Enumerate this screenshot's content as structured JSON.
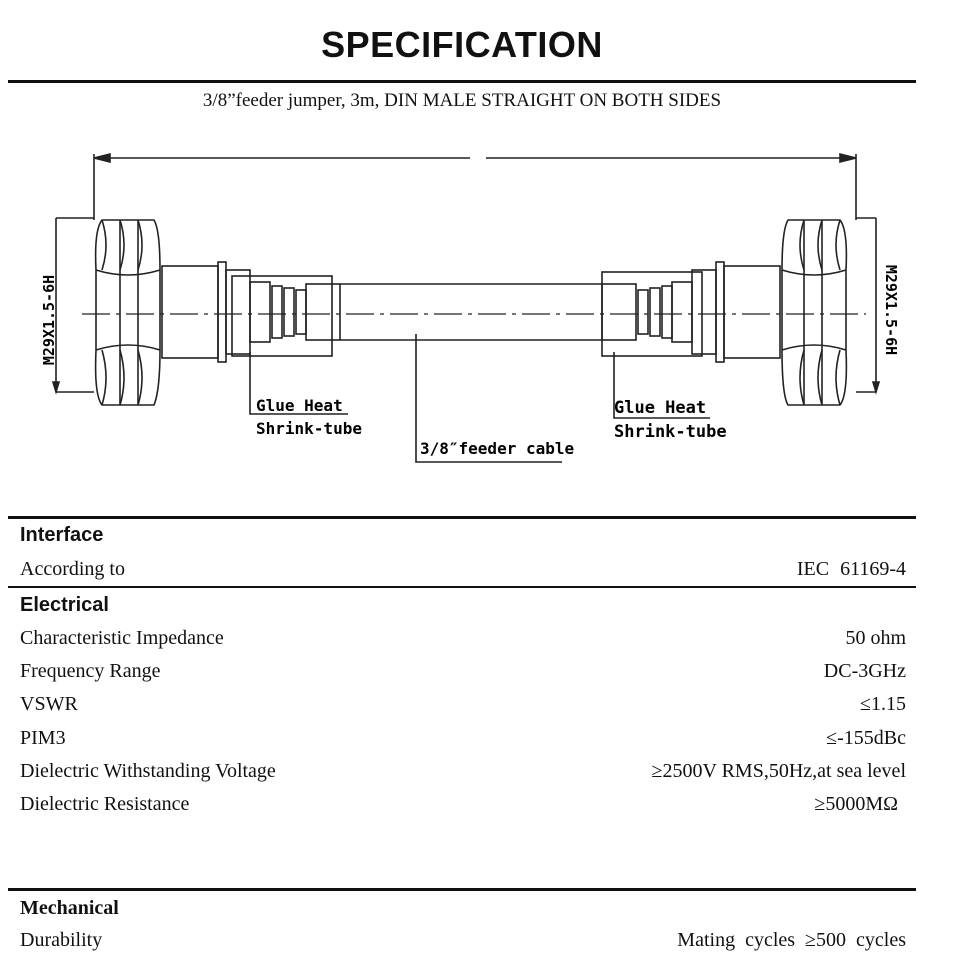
{
  "doc": {
    "title": "SPECIFICATION",
    "subtitle": "3/8”feeder jumper, 3m, DIN MALE STRAIGHT ON BOTH SIDES"
  },
  "drawing": {
    "thread_left": "M29X1.5-6H",
    "thread_right": "M29X1.5-6H",
    "label_shrink_left_1": "Glue Heat",
    "label_shrink_left_2": "Shrink-tube",
    "label_cable": "3/8″feeder cable",
    "label_shrink_right_1": "Glue Heat",
    "label_shrink_right_2": "Shrink-tube"
  },
  "interface": {
    "heading": "Interface",
    "rows": [
      {
        "label": "According to",
        "value": "IEC  61169-4"
      }
    ]
  },
  "electrical": {
    "heading": "Electrical",
    "rows": [
      {
        "label": "Characteristic Impedance",
        "value": "50 ohm"
      },
      {
        "label": "Frequency Range",
        "value": "DC-3GHz"
      },
      {
        "label": "VSWR",
        "value": "≤1.15"
      },
      {
        "label": "PIM3",
        "value": "≤-155dBc"
      },
      {
        "label": "Dielectric Withstanding Voltage",
        "value": "≥2500V RMS,50Hz,at sea level"
      },
      {
        "label": "Dielectric Resistance",
        "value": "≥5000MΩ"
      }
    ]
  },
  "mechanical": {
    "heading": "Mechanical",
    "rows": [
      {
        "label": "Durability",
        "value": "Mating  cycles  ≥500  cycles"
      }
    ]
  }
}
